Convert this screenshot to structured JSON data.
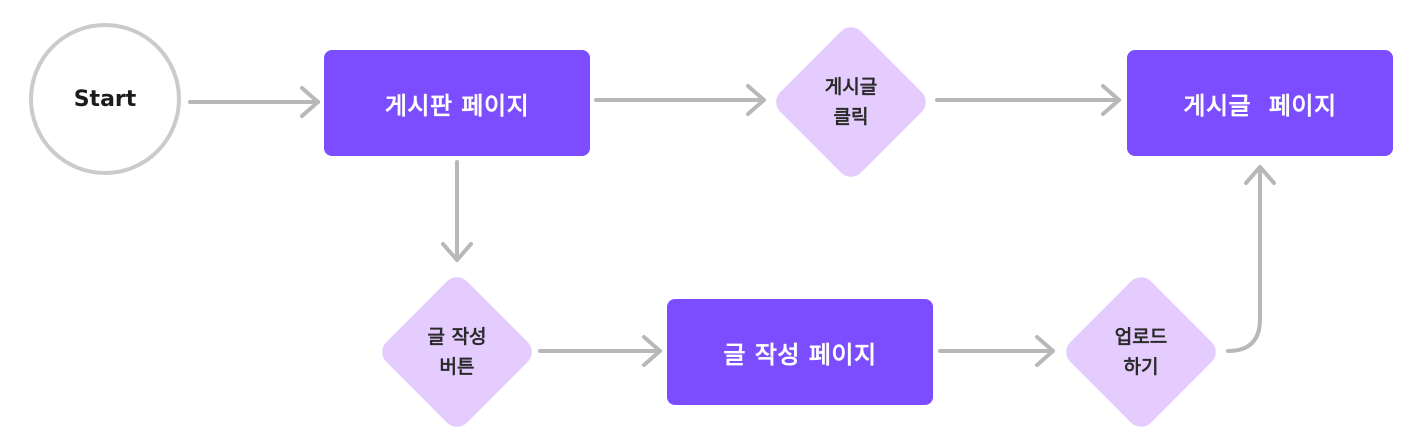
{
  "diagram": {
    "nodes": {
      "start": {
        "label": "Start"
      },
      "board_page": {
        "label": "게시판 페이지"
      },
      "post_click": {
        "line1": "게시글",
        "line2": "클릭"
      },
      "post_page": {
        "label": "게시글  페이지"
      },
      "write_button": {
        "line1": "글 작성",
        "line2": "버튼"
      },
      "write_page": {
        "label": "글 작성 페이지"
      },
      "upload": {
        "line1": "업로드",
        "line2": "하기"
      }
    },
    "edges": [
      {
        "from": "start",
        "to": "board_page"
      },
      {
        "from": "board_page",
        "to": "post_click"
      },
      {
        "from": "post_click",
        "to": "post_page"
      },
      {
        "from": "board_page",
        "to": "write_button"
      },
      {
        "from": "write_button",
        "to": "write_page"
      },
      {
        "from": "write_page",
        "to": "upload"
      },
      {
        "from": "upload",
        "to": "post_page"
      }
    ],
    "colors": {
      "rect_fill": "#7b4dff",
      "diamond_fill": "#e4ccff",
      "edge_stroke": "#b8b8b8",
      "start_border": "#cbcbcb"
    }
  }
}
